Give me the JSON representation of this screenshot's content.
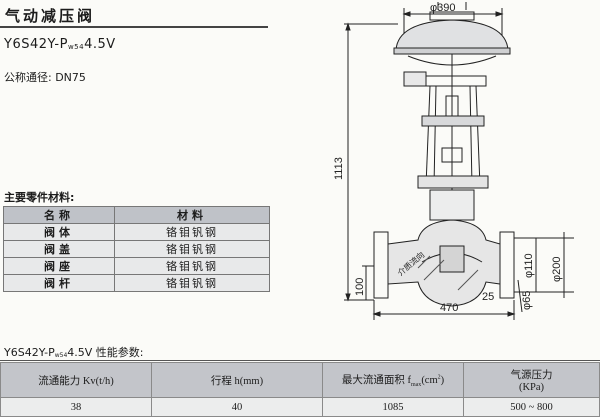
{
  "header": {
    "title": "气动减压阀",
    "model_main": "Y6S42Y-P",
    "model_sub": "w54",
    "model_tail": "4.5V",
    "nominal_size_label": "公称通径: DN75"
  },
  "materials": {
    "section_title": "主要零件材料:",
    "col_name": "名称",
    "col_material": "材料",
    "rows": [
      {
        "name": "阀体",
        "material": "铬钼钒钢"
      },
      {
        "name": "阀盖",
        "material": "铬钼钒钢"
      },
      {
        "name": "阀座",
        "material": "铬钼钒钢"
      },
      {
        "name": "阀杆",
        "material": "铬钼钒钢"
      }
    ]
  },
  "performance": {
    "title_main": "Y6S42Y-P",
    "title_sub": "w54",
    "title_tail": "4.5V 性能参数:",
    "col_flow": "流通能力 Kv(t/h)",
    "col_stroke": "行程 h(mm)",
    "col_area_main": "最大流通面积 f",
    "col_area_sub": "max",
    "col_area_unit": "(cm",
    "col_area_sup": "2",
    "col_area_close": ")",
    "col_pressure_line1": "气源压力",
    "col_pressure_line2": "(KPa)",
    "values": {
      "flow": "38",
      "stroke": "40",
      "area": "1085",
      "pressure": "500 ~ 800"
    }
  },
  "drawing": {
    "dim_top": "φ390",
    "dim_height": "1113",
    "dim_base": "100",
    "dim_length": "470",
    "dim_fillet": "25",
    "dim_d110": "φ110",
    "dim_d200": "φ200",
    "dim_d65": "φ65",
    "flow_label": "介质流向"
  }
}
